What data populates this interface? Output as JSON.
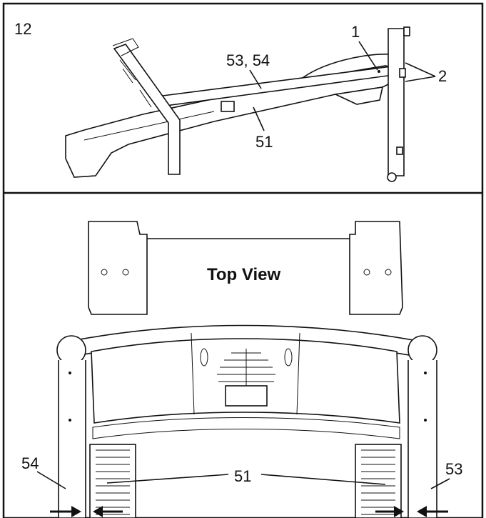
{
  "step_number": "12",
  "panel_top": {
    "labels": {
      "part_1": "1",
      "part_2": "2",
      "parts_53_54": "53, 54",
      "part_51": "51"
    }
  },
  "panel_bottom": {
    "title": "Top View",
    "labels": {
      "part_54": "54",
      "part_51": "51",
      "part_53": "53"
    }
  }
}
